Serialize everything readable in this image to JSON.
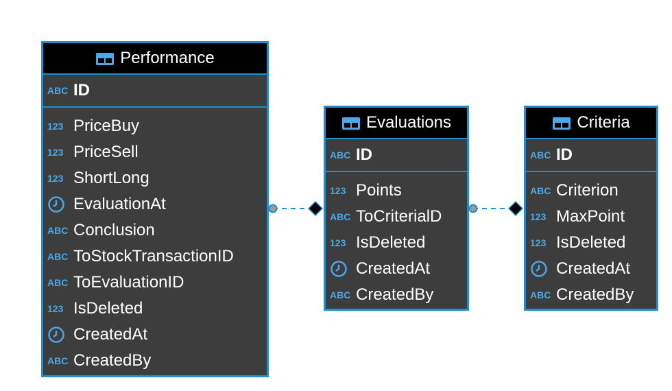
{
  "icons": {
    "table": "table-icon",
    "clock": "clock-icon"
  },
  "colors": {
    "border": "#1e90d0",
    "header_bg": "#000000",
    "body_bg": "#3d3d3d",
    "badge": "#4aa8e8"
  },
  "entities": [
    {
      "title": "Performance",
      "pk": {
        "type": "ABC",
        "name": "ID"
      },
      "fields": [
        {
          "type": "123",
          "name": "PriceBuy"
        },
        {
          "type": "123",
          "name": "PriceSell"
        },
        {
          "type": "123",
          "name": "ShortLong"
        },
        {
          "type": "clock",
          "name": "EvaluationAt"
        },
        {
          "type": "ABC",
          "name": "Conclusion"
        },
        {
          "type": "ABC",
          "name": "ToStockTransactionID"
        },
        {
          "type": "ABC",
          "name": "ToEvaluationID"
        },
        {
          "type": "123",
          "name": "IsDeleted"
        },
        {
          "type": "clock",
          "name": "CreatedAt"
        },
        {
          "type": "ABC",
          "name": "CreatedBy"
        }
      ]
    },
    {
      "title": "Evaluations",
      "pk": {
        "type": "ABC",
        "name": "ID"
      },
      "fields": [
        {
          "type": "123",
          "name": "Points"
        },
        {
          "type": "ABC",
          "name": "ToCriterialD"
        },
        {
          "type": "123",
          "name": "IsDeleted"
        },
        {
          "type": "clock",
          "name": "CreatedAt"
        },
        {
          "type": "ABC",
          "name": "CreatedBy"
        }
      ]
    },
    {
      "title": "Criteria",
      "pk": {
        "type": "ABC",
        "name": "ID"
      },
      "fields": [
        {
          "type": "ABC",
          "name": "Criterion"
        },
        {
          "type": "123",
          "name": "MaxPoint"
        },
        {
          "type": "123",
          "name": "IsDeleted"
        },
        {
          "type": "clock",
          "name": "CreatedAt"
        },
        {
          "type": "ABC",
          "name": "CreatedBy"
        }
      ]
    }
  ]
}
